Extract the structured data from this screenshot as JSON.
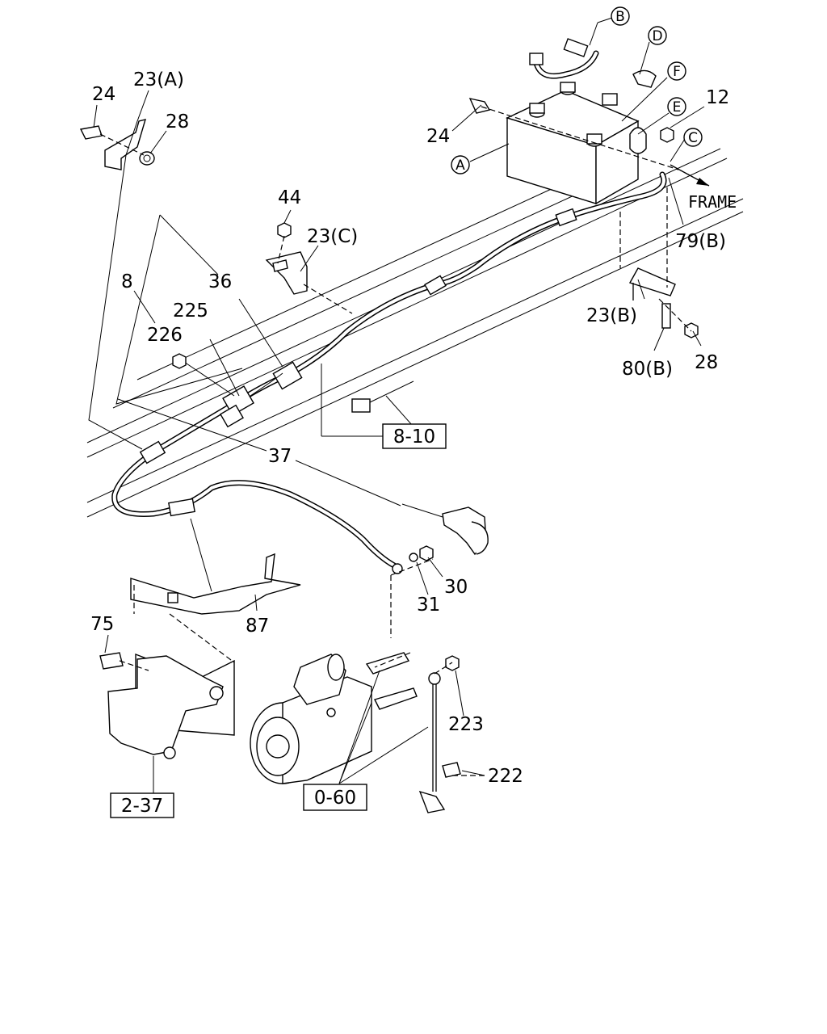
{
  "callouts": {
    "c24a": "24",
    "c23a": "23(A)",
    "c28a": "28",
    "c24b": "24",
    "c12": "12",
    "c44": "44",
    "c23c": "23(C)",
    "c36": "36",
    "c8": "8",
    "c225": "225",
    "c226": "226",
    "c79b": "79(B)",
    "c23b": "23(B)",
    "c28b": "28",
    "c80b": "80(B)",
    "c37": "37",
    "c30": "30",
    "c31": "31",
    "c87": "87",
    "c75": "75",
    "c223": "223",
    "c222": "222"
  },
  "circle_markers": {
    "A": "A",
    "B": "B",
    "C": "C",
    "D": "D",
    "E": "E",
    "F": "F"
  },
  "ref_boxes": {
    "r810": "8-10",
    "r237": "2-37",
    "r060": "0-60"
  },
  "direction_label": "FRAME"
}
